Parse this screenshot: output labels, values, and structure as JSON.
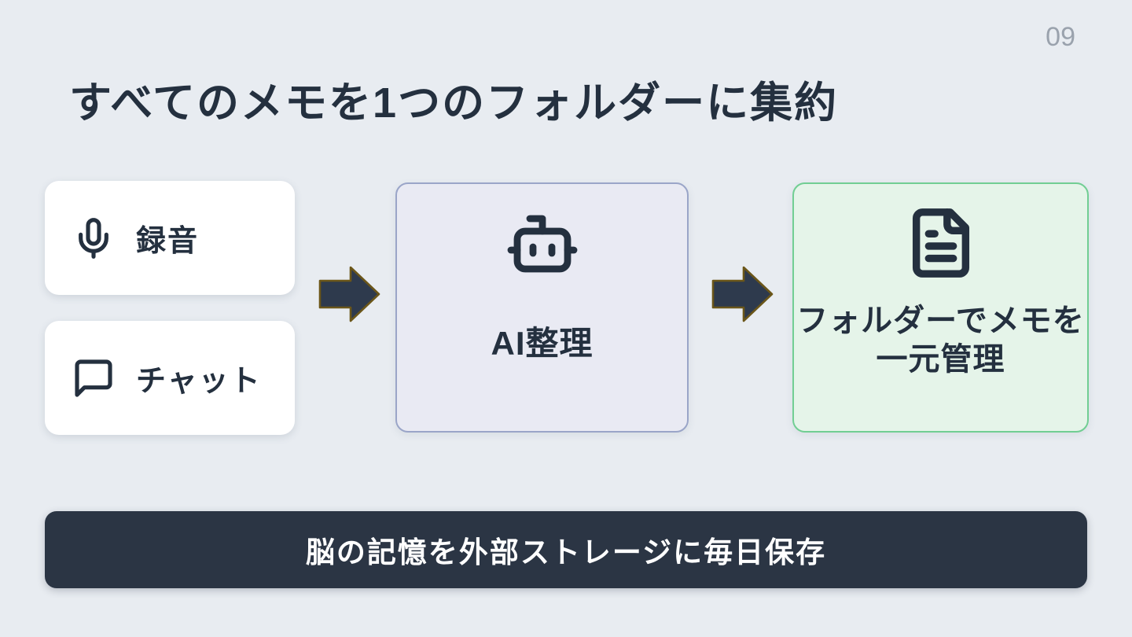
{
  "page": {
    "number": "09"
  },
  "title": "すべてのメモを1つのフォルダーに集約",
  "sources": [
    {
      "label": "録音",
      "icon": "microphone-icon"
    },
    {
      "label": "チャット",
      "icon": "chat-bubble-icon"
    }
  ],
  "process": {
    "label": "AI整理",
    "icon": "robot-icon"
  },
  "result": {
    "label_line1": "フォルダーでメモを",
    "label_line2": "一元管理",
    "icon": "document-icon"
  },
  "footer": {
    "label": "脳の記憶を外部ストレージに毎日保存"
  },
  "colors": {
    "background": "#e8ecf1",
    "text_dark": "#24303f",
    "source_card_fill": "#ffffff",
    "process_card_fill": "#e9eaf3",
    "process_card_border": "#9aa5c8",
    "result_card_fill": "#e5f4e9",
    "result_card_border": "#71ce93",
    "footer_fill": "#2b3544",
    "footer_text": "#ffffff",
    "arrow_fill": "#2e3a4d",
    "arrow_stroke": "#6b5619",
    "page_number": "#9aa2ad"
  }
}
